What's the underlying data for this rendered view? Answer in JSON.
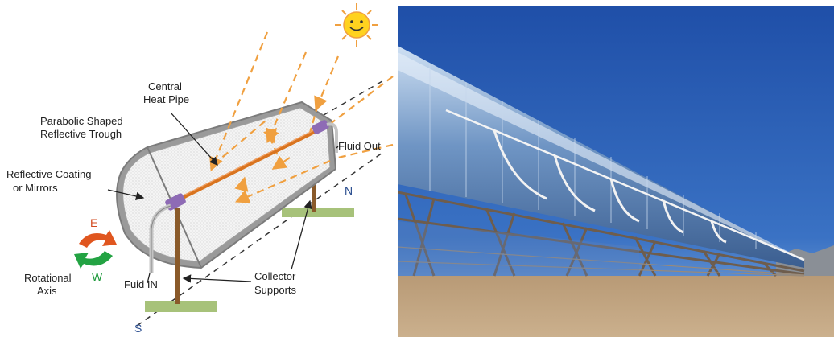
{
  "diagram": {
    "labels": {
      "central_heat_pipe_line1": "Central",
      "central_heat_pipe_line2": "Heat Pipe",
      "parabolic_line1": "Parabolic Shaped",
      "parabolic_line2": "Reflective Trough",
      "reflective_line1": "Reflective Coating",
      "reflective_line2": "or Mirrors",
      "fluid_out": "Fluid Out",
      "fluid_in": "Fuid IN",
      "rotational_line1": "Rotational",
      "rotational_line2": "Axis",
      "collector_line1": "Collector",
      "collector_line2": "Supports",
      "east": "E",
      "west": "W",
      "north": "N",
      "south": "S"
    },
    "colors": {
      "sun_ray": "#f0a040",
      "heat_pipe": "#d9741f",
      "pipe_cap": "#8e6bb5",
      "trough_frame": "#8c8c8c",
      "ground": "#9fbf73",
      "east_arrow": "#e0561f",
      "west_arrow": "#23a343"
    }
  },
  "photo": {
    "subject": "parabolic-trough-collector-row",
    "colors": {
      "sky": "#2e5fb0",
      "ground": "#c9ae8a"
    }
  }
}
